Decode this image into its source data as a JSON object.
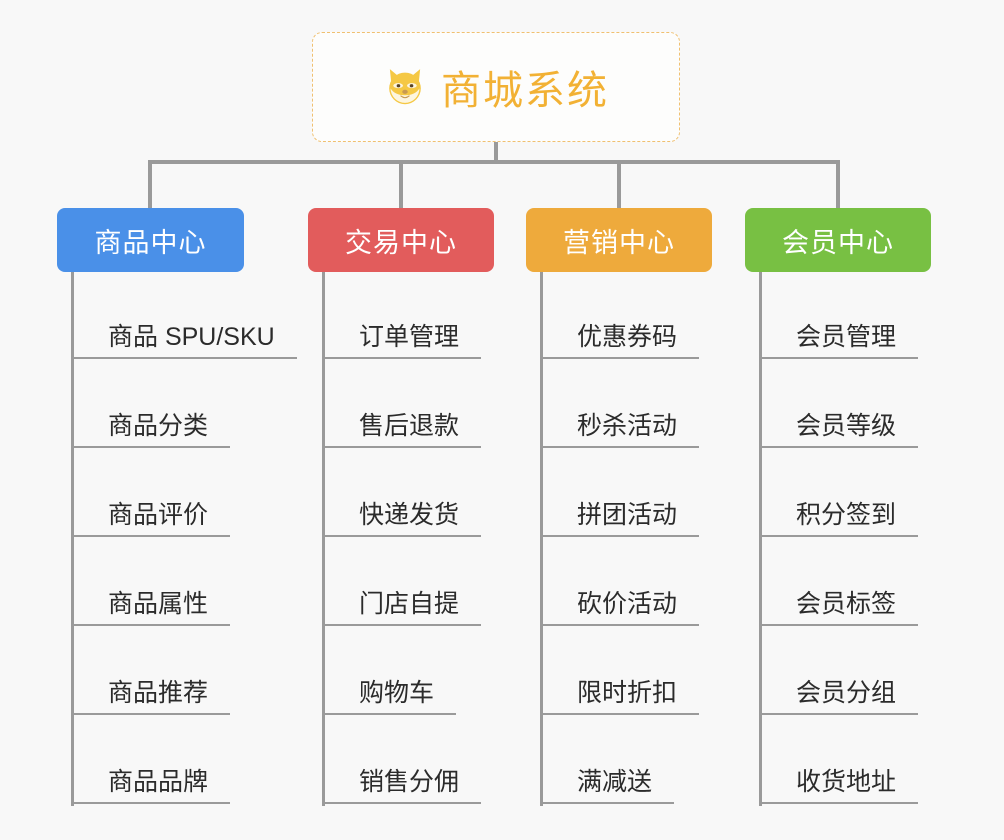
{
  "canvas": {
    "background": "#f8f8f8",
    "connector_color": "#9a9a9a"
  },
  "root": {
    "title": "商城系统",
    "icon": "shiba-dog-face-icon",
    "text_color": "#f2b134",
    "border_color": "#f0c070",
    "background": "#fdfdfc"
  },
  "branches": [
    {
      "id": "product-center",
      "label": "商品中心",
      "color": "#4a90e8",
      "items": [
        {
          "label": "商品 SPU/SKU"
        },
        {
          "label": "商品分类"
        },
        {
          "label": "商品评价"
        },
        {
          "label": "商品属性"
        },
        {
          "label": "商品推荐"
        },
        {
          "label": "商品品牌"
        }
      ]
    },
    {
      "id": "trade-center",
      "label": "交易中心",
      "color": "#e25c5c",
      "items": [
        {
          "label": "订单管理"
        },
        {
          "label": "售后退款"
        },
        {
          "label": "快递发货"
        },
        {
          "label": "门店自提"
        },
        {
          "label": "购物车"
        },
        {
          "label": "销售分佣"
        }
      ]
    },
    {
      "id": "marketing-center",
      "label": "营销中心",
      "color": "#eeaa3c",
      "items": [
        {
          "label": "优惠券码"
        },
        {
          "label": "秒杀活动"
        },
        {
          "label": "拼团活动"
        },
        {
          "label": "砍价活动"
        },
        {
          "label": "限时折扣"
        },
        {
          "label": "满减送"
        }
      ]
    },
    {
      "id": "member-center",
      "label": "会员中心",
      "color": "#78c043",
      "items": [
        {
          "label": "会员管理"
        },
        {
          "label": "会员等级"
        },
        {
          "label": "积分签到"
        },
        {
          "label": "会员标签"
        },
        {
          "label": "会员分组"
        },
        {
          "label": "收货地址"
        }
      ]
    }
  ]
}
